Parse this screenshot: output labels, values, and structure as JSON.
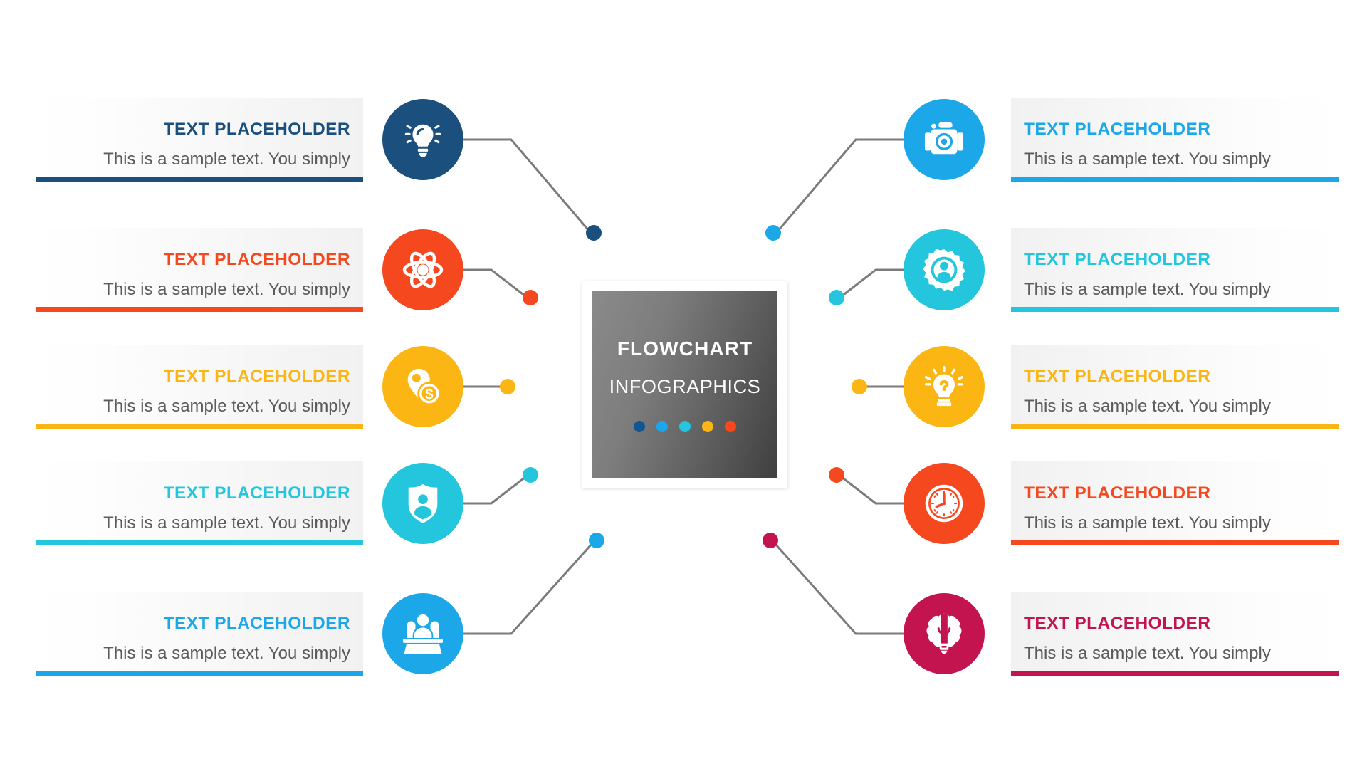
{
  "center": {
    "title": "FLOWCHART",
    "subtitle": "INFOGRAPHICS",
    "dots": [
      "#12568f",
      "#1ca7e8",
      "#23c6dd",
      "#fbb614",
      "#f5481f"
    ]
  },
  "left_items": [
    {
      "title": "TEXT PLACEHOLDER",
      "body": "This is a sample text. You simply",
      "color": "#1a4f7e",
      "icon": "lightbulb-icon"
    },
    {
      "title": "TEXT PLACEHOLDER",
      "body": "This is a sample text. You simply",
      "color": "#f5481f",
      "icon": "atom-icon"
    },
    {
      "title": "TEXT PLACEHOLDER",
      "body": "This is a sample text. You simply",
      "color": "#fbb614",
      "icon": "price-tag-dollar-icon"
    },
    {
      "title": "TEXT PLACEHOLDER",
      "body": "This is a sample text. You simply",
      "color": "#23c6dd",
      "icon": "shield-person-icon"
    },
    {
      "title": "TEXT PLACEHOLDER",
      "body": "This is a sample text. You simply",
      "color": "#1ca7e8",
      "icon": "team-presentation-icon"
    }
  ],
  "right_items": [
    {
      "title": "TEXT PLACEHOLDER",
      "body": "This is a sample text. You simply",
      "color": "#1ca7e8",
      "icon": "camera-icon"
    },
    {
      "title": "TEXT PLACEHOLDER",
      "body": "This is a sample text. You simply",
      "color": "#23c6dd",
      "icon": "gear-person-icon"
    },
    {
      "title": "TEXT PLACEHOLDER",
      "body": "This is a sample text. You simply",
      "color": "#fbb614",
      "icon": "idea-hand-icon"
    },
    {
      "title": "TEXT PLACEHOLDER",
      "body": "This is a sample text. You simply",
      "color": "#f5481f",
      "icon": "clock-icon"
    },
    {
      "title": "TEXT PLACEHOLDER",
      "body": "This is a sample text. You simply",
      "color": "#c41450",
      "icon": "brain-bulb-icon"
    }
  ],
  "connector_color": "#7b7b7b"
}
